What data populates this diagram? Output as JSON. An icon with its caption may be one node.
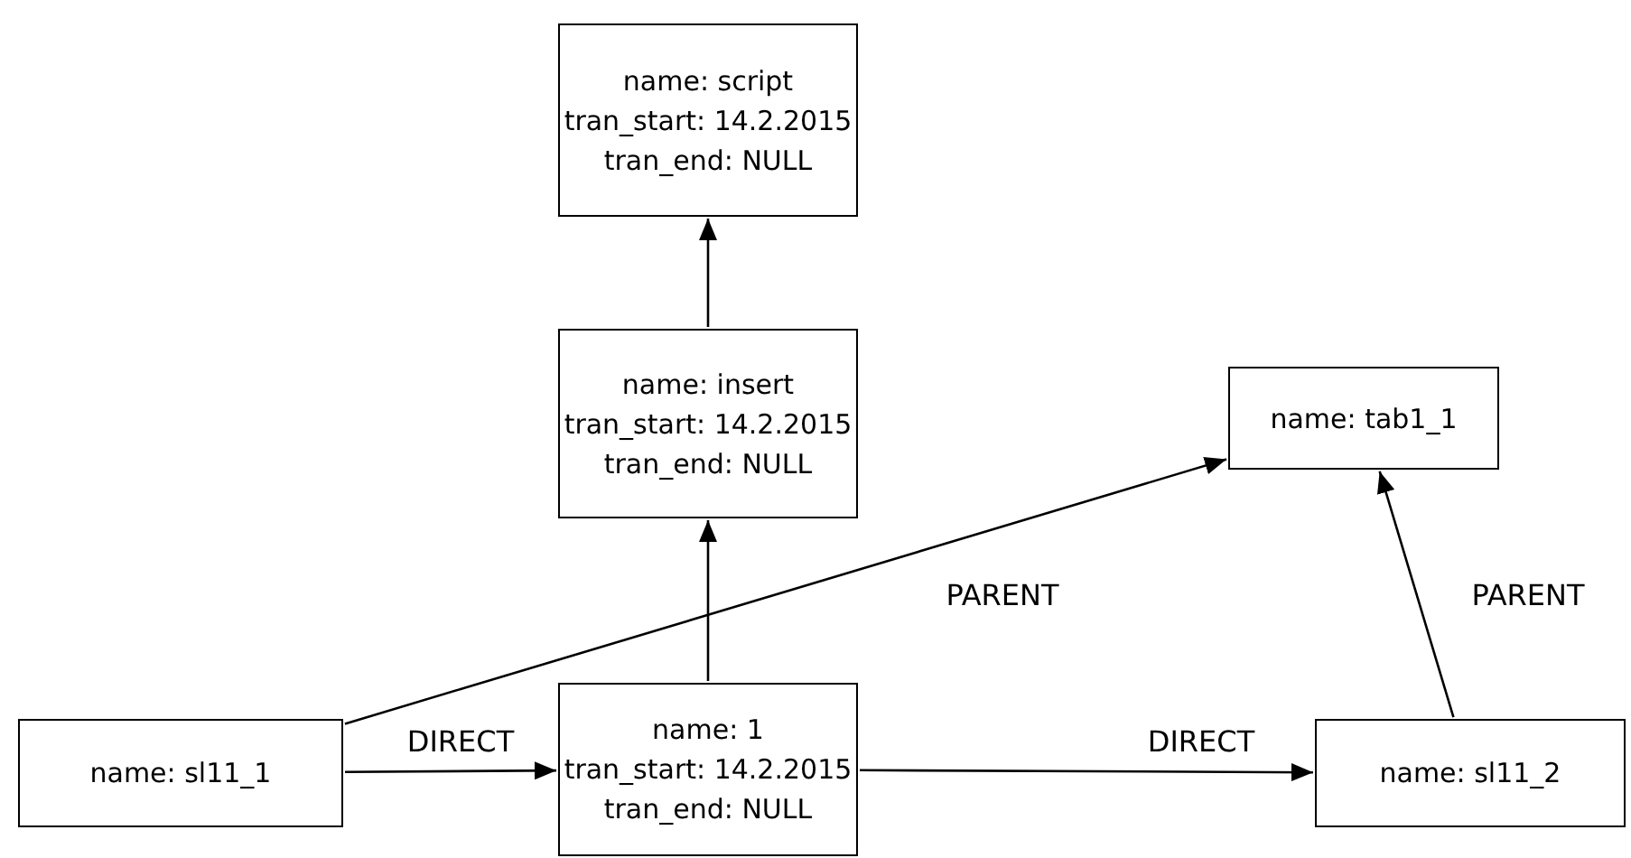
{
  "diagram": {
    "nodes": [
      {
        "text": [
          "name: script",
          "tran_start: 14.2.2015",
          "tran_end: NULL"
        ]
      },
      {
        "text": [
          "name: insert",
          "tran_start: 14.2.2015",
          "tran_end: NULL"
        ]
      },
      {
        "text": [
          "name: tab1_1"
        ]
      },
      {
        "text": [
          "name: sl11_1"
        ]
      },
      {
        "text": [
          "name: 1",
          "tran_start: 14.2.2015",
          "tran_end: NULL"
        ]
      },
      {
        "text": [
          "name: sl11_2"
        ]
      }
    ],
    "edges": [
      {
        "from": 1,
        "to": 0,
        "arrow": "to"
      },
      {
        "from": 4,
        "to": 1,
        "arrow": "to"
      },
      {
        "from": 3,
        "to": 4,
        "arrow": "to",
        "label": "DIRECT"
      },
      {
        "from": 4,
        "to": 5,
        "arrow": "to",
        "label": "DIRECT"
      },
      {
        "from": 3,
        "to": 2,
        "arrow": "to",
        "label": "PARENT"
      },
      {
        "from": 5,
        "to": 2,
        "arrow": "to",
        "label": "PARENT"
      }
    ]
  }
}
